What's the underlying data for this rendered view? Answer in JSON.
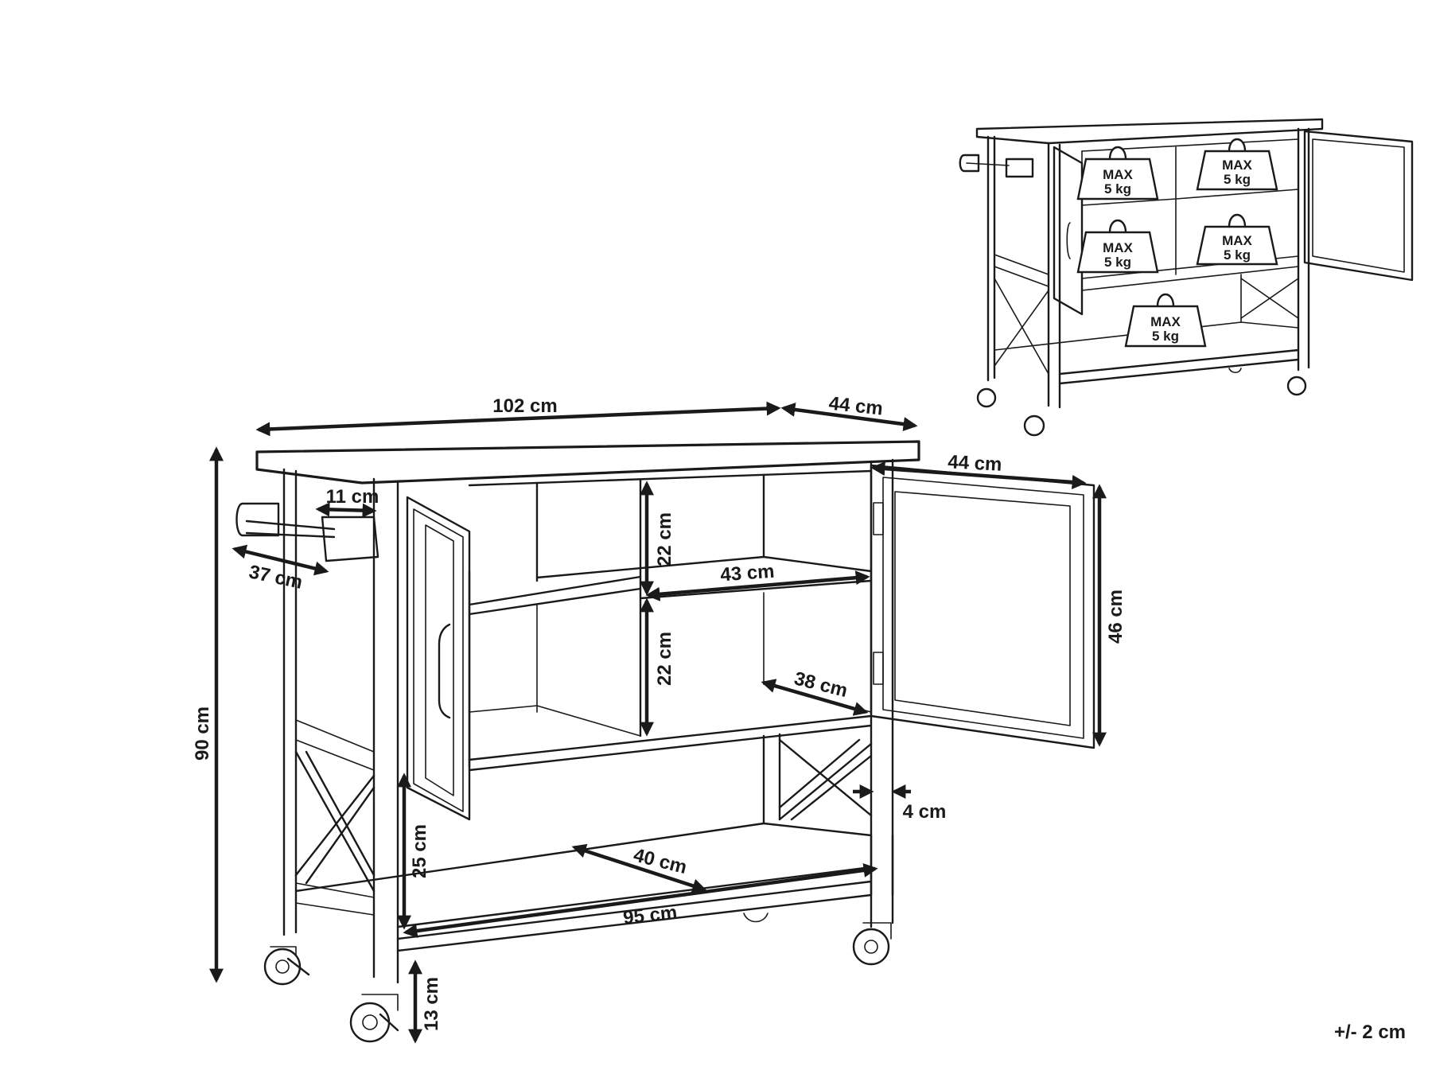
{
  "dimensions": {
    "top_width": "102 cm",
    "top_depth": "44 cm",
    "door_width": "44 cm",
    "handle_offset": "11 cm",
    "handle_length": "37 cm",
    "total_height": "90 cm",
    "compartment_height_upper": "22 cm",
    "shelf_width": "43 cm",
    "compartment_height_lower": "22 cm",
    "shelf_depth": "38 cm",
    "door_height": "46 cm",
    "leg_width": "4 cm",
    "lower_clearance": "25 cm",
    "bottom_shelf_depth": "40 cm",
    "bottom_shelf_width": "95 cm",
    "wheel_height": "13 cm"
  },
  "tolerance": "+/- 2 cm",
  "weights": [
    {
      "line1": "MAX",
      "line2": "5 kg"
    },
    {
      "line1": "MAX",
      "line2": "5 kg"
    },
    {
      "line1": "MAX",
      "line2": "5 kg"
    },
    {
      "line1": "MAX",
      "line2": "5 kg"
    },
    {
      "line1": "MAX",
      "line2": "5 kg"
    }
  ]
}
